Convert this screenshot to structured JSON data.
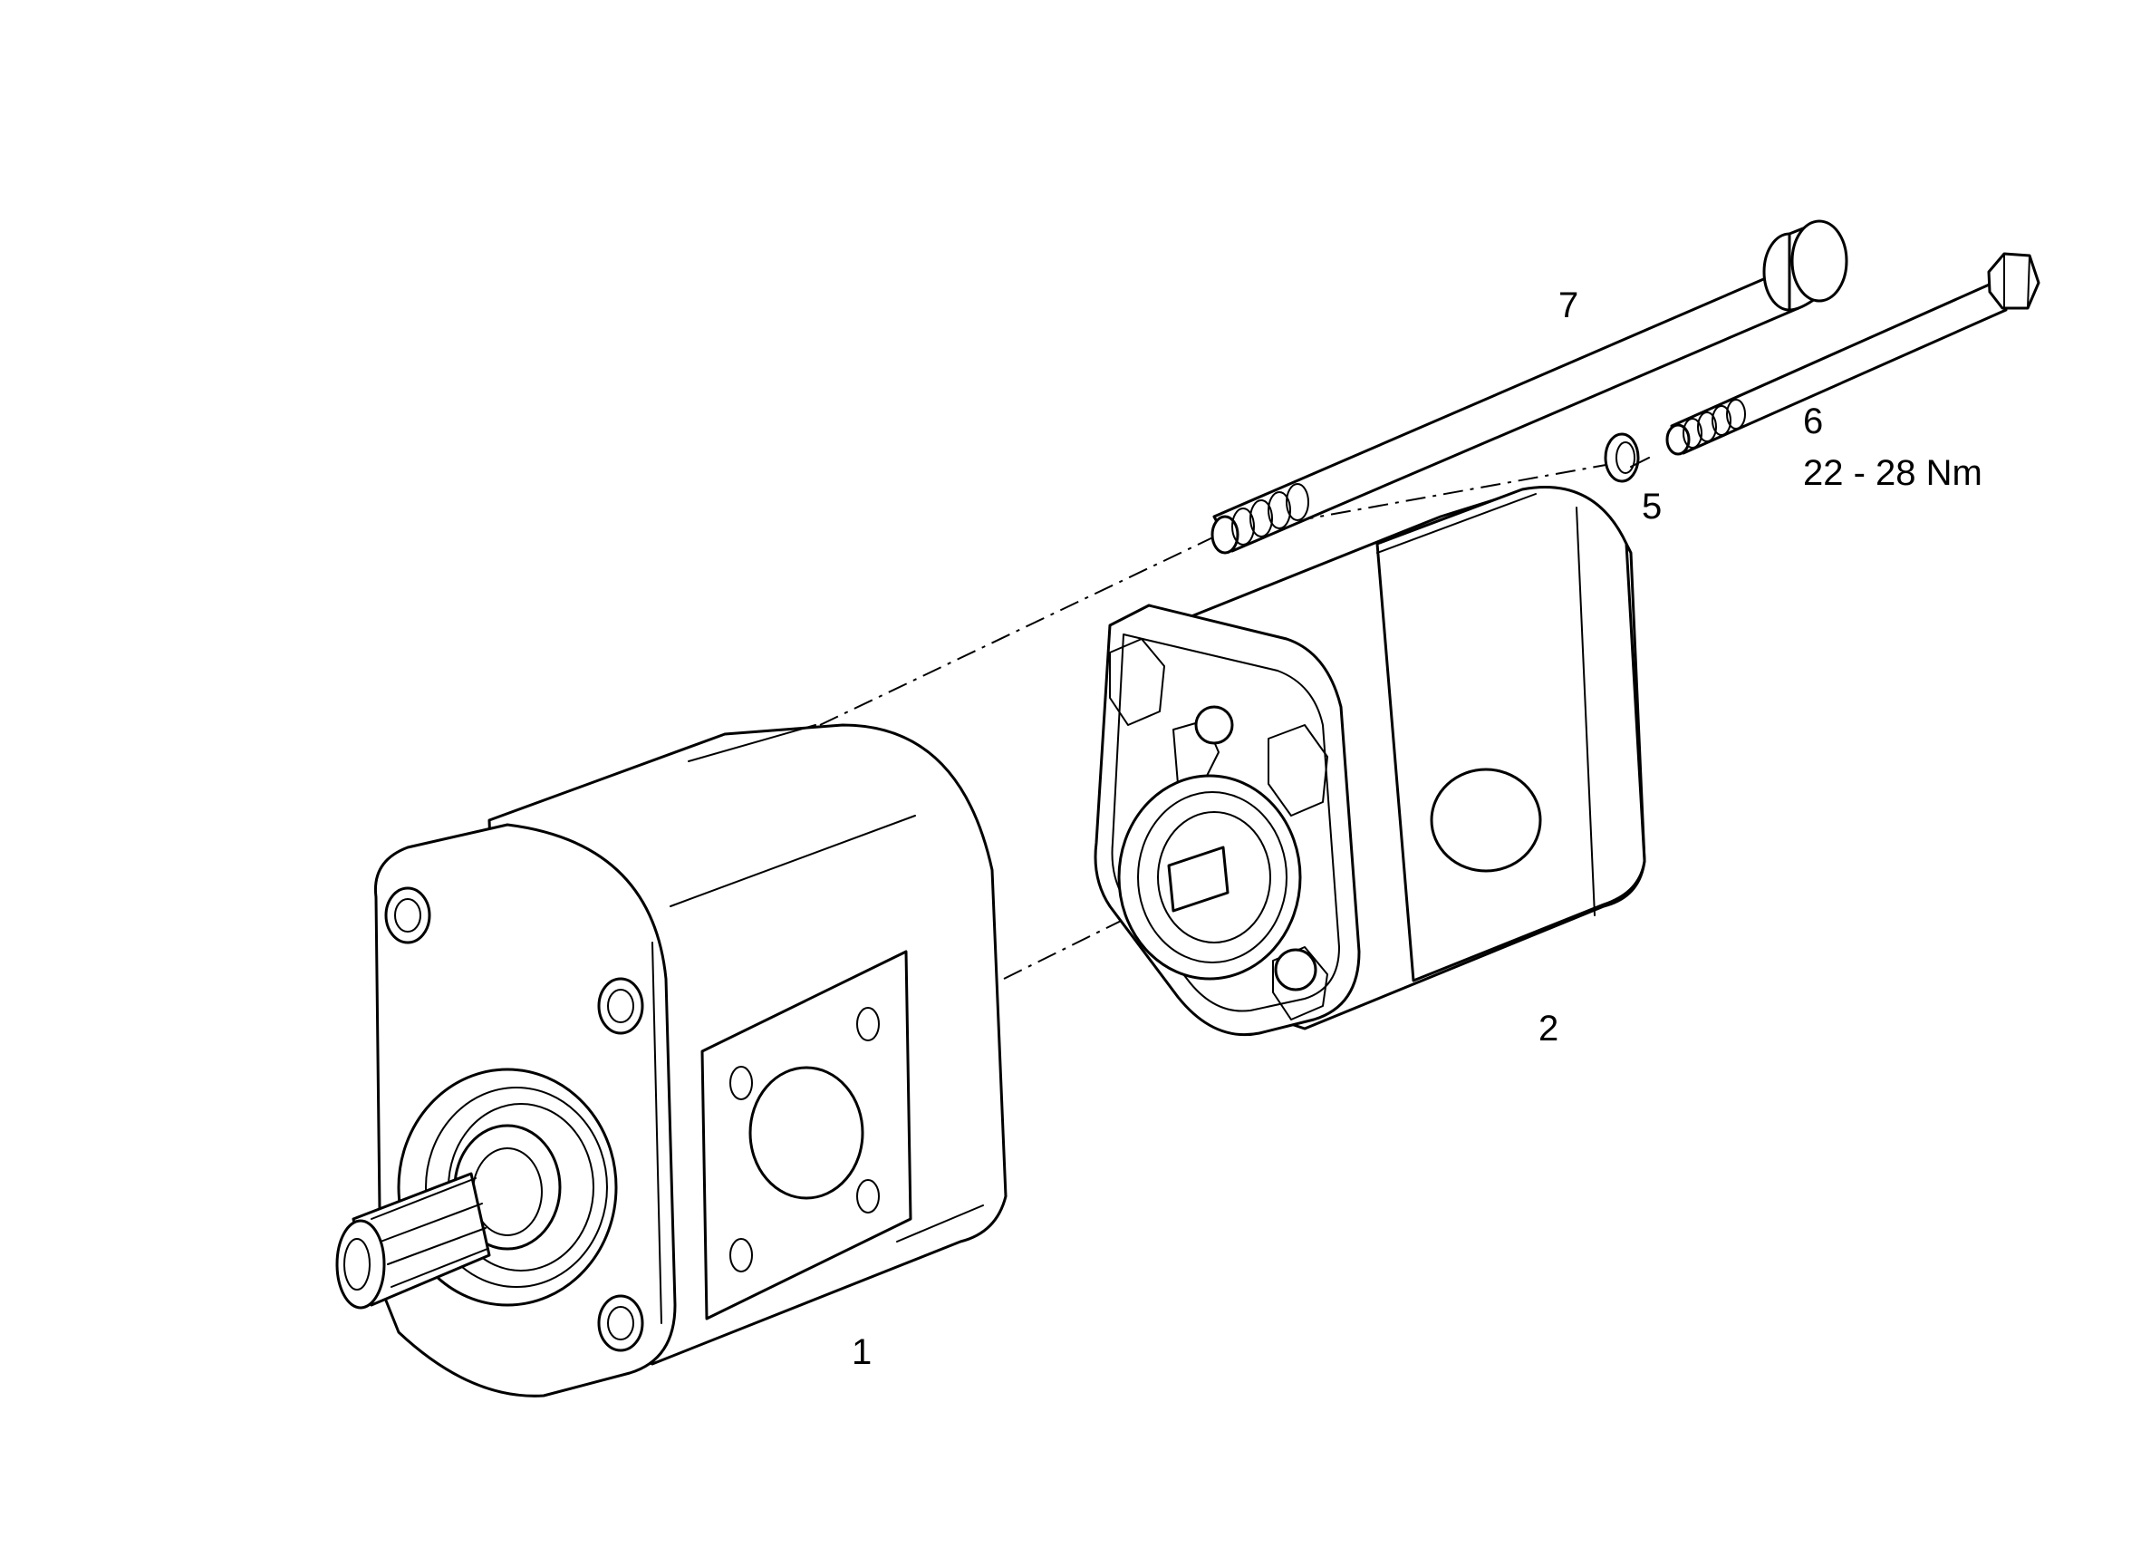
{
  "callouts": {
    "part_1": "1",
    "part_2": "2",
    "part_5": "5",
    "part_6": "6",
    "part_7": "7",
    "torque": "22 - 28 Nm"
  },
  "colors": {
    "line": "#000000",
    "background": "#ffffff"
  }
}
